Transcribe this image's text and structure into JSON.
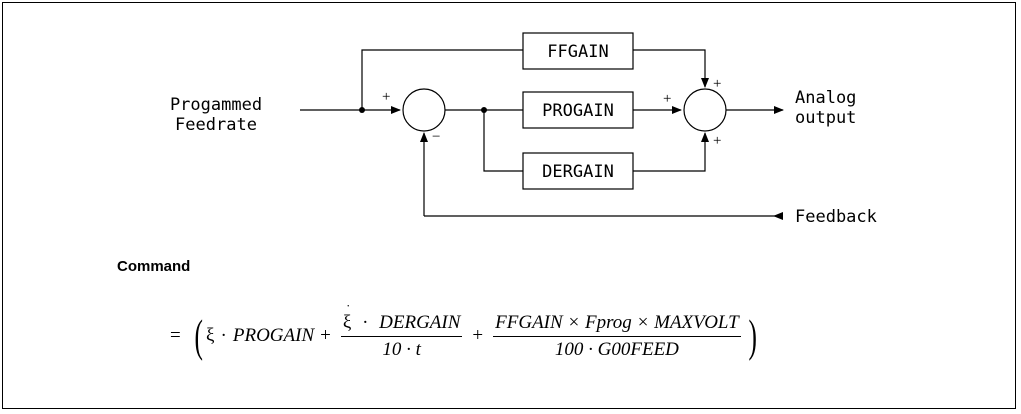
{
  "diagram": {
    "input_label_line1": "Progammed",
    "input_label_line2": "Feedrate",
    "block_ffgain": "FFGAIN",
    "block_progain": "PROGAIN",
    "block_dergain": "DERGAIN",
    "output_label_line1": "Analog",
    "output_label_line2": "output",
    "feedback_label": "Feedback",
    "sum1_plus": "+",
    "sum1_minus": "−",
    "sum2_plus_top": "+",
    "sum2_plus_left": "+",
    "sum2_plus_bottom": "+"
  },
  "command_heading": "Command",
  "formula": {
    "equals": "=",
    "xi": "ξ",
    "dot_op": "·",
    "progain": "PROGAIN",
    "plus": "+",
    "frac1_num_term": "DERGAIN",
    "frac1_den": "10 · t",
    "frac2_num": "FFGAIN × Fprog × MAXVOLT",
    "frac2_den": "100 · G00FEED"
  },
  "colors": {
    "line": "#000000",
    "background": "#ffffff"
  }
}
